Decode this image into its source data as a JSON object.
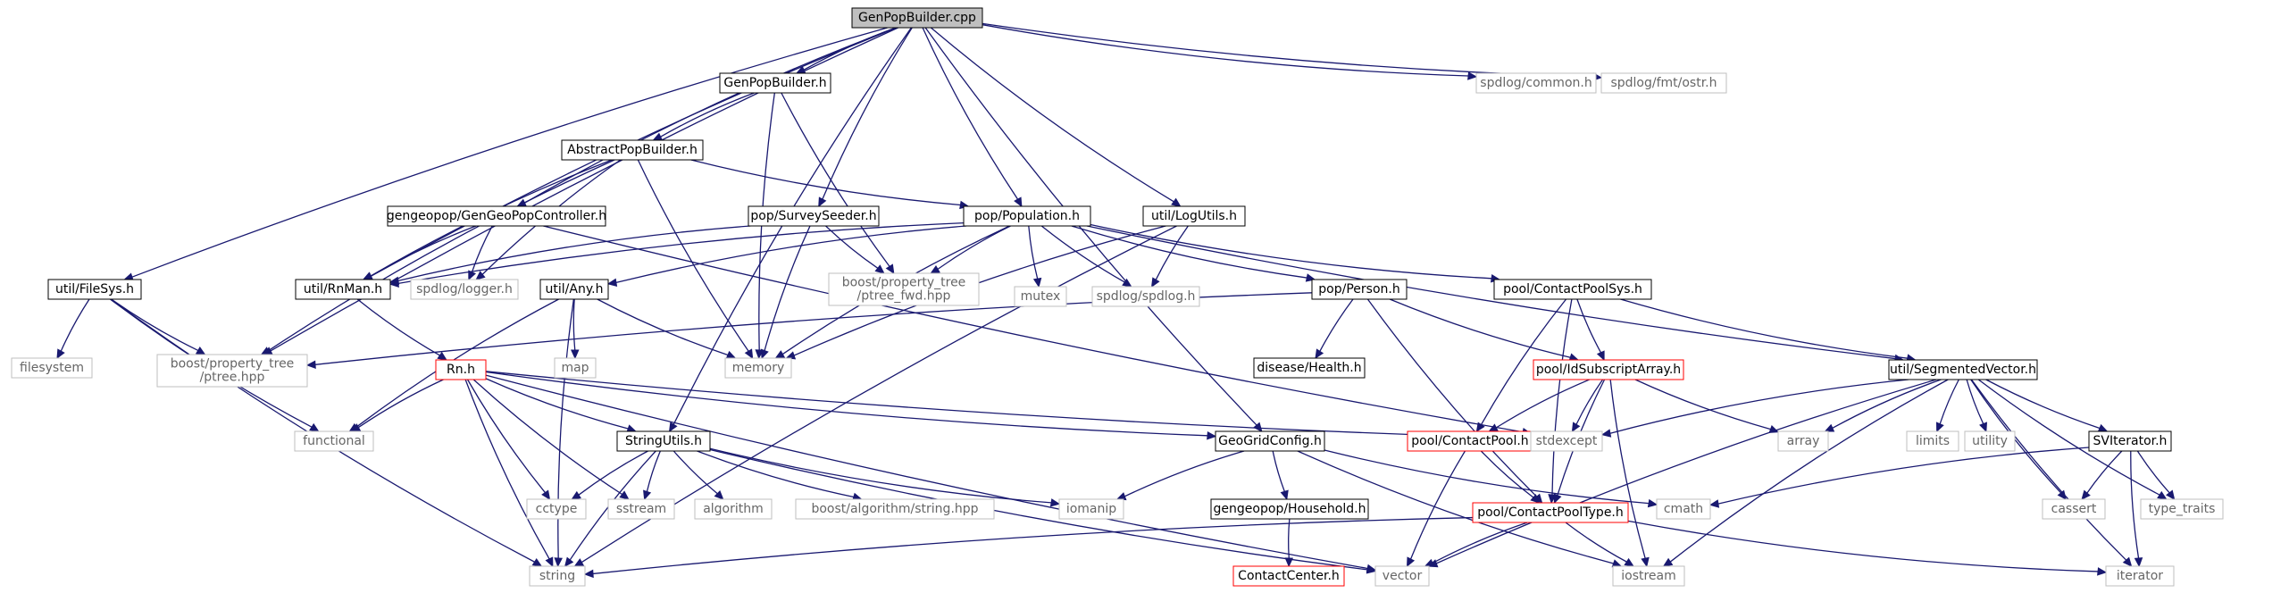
{
  "colors": {
    "edge": "#191970",
    "documented_border": "#000000",
    "system_border": "#bfbfbf",
    "truncated_border": "#ff0000",
    "root_fill": "#bfbfbf",
    "normal_fill": "#ffffff",
    "system_text": "#666666",
    "normal_text": "#000000"
  },
  "nodes": [
    {
      "id": "genpopbuilder_cpp",
      "lines": [
        "GenPopBuilder.cpp"
      ],
      "kind": "root"
    },
    {
      "id": "genpopbuilder_h",
      "lines": [
        "GenPopBuilder.h"
      ],
      "kind": "documented"
    },
    {
      "id": "spdlog_common",
      "lines": [
        "spdlog/common.h"
      ],
      "kind": "system"
    },
    {
      "id": "spdlog_ostr",
      "lines": [
        "spdlog/fmt/ostr.h"
      ],
      "kind": "system"
    },
    {
      "id": "abstractpopbuilder",
      "lines": [
        "AbstractPopBuilder.h"
      ],
      "kind": "documented"
    },
    {
      "id": "gengeopopcontroller",
      "lines": [
        "gengeopop/GenGeoPopController.h"
      ],
      "kind": "documented"
    },
    {
      "id": "surveyseeder",
      "lines": [
        "pop/SurveySeeder.h"
      ],
      "kind": "documented"
    },
    {
      "id": "population",
      "lines": [
        "pop/Population.h"
      ],
      "kind": "documented"
    },
    {
      "id": "logutils",
      "lines": [
        "util/LogUtils.h"
      ],
      "kind": "documented"
    },
    {
      "id": "filesys",
      "lines": [
        "util/FileSys.h"
      ],
      "kind": "documented"
    },
    {
      "id": "rnman",
      "lines": [
        "util/RnMan.h"
      ],
      "kind": "documented"
    },
    {
      "id": "spdlog_logger",
      "lines": [
        "spdlog/logger.h"
      ],
      "kind": "system"
    },
    {
      "id": "ptree_fwd",
      "lines": [
        "boost/property_tree",
        "/ptree_fwd.hpp"
      ],
      "kind": "system"
    },
    {
      "id": "mutex",
      "lines": [
        "mutex"
      ],
      "kind": "system"
    },
    {
      "id": "spdlog_spdlog",
      "lines": [
        "spdlog/spdlog.h"
      ],
      "kind": "system"
    },
    {
      "id": "person",
      "lines": [
        "pop/Person.h"
      ],
      "kind": "documented"
    },
    {
      "id": "contactpoolsys",
      "lines": [
        "pool/ContactPoolSys.h"
      ],
      "kind": "documented"
    },
    {
      "id": "any",
      "lines": [
        "util/Any.h"
      ],
      "kind": "documented"
    },
    {
      "id": "filesystem",
      "lines": [
        "filesystem"
      ],
      "kind": "system"
    },
    {
      "id": "ptree",
      "lines": [
        "boost/property_tree",
        "/ptree.hpp"
      ],
      "kind": "system"
    },
    {
      "id": "rn",
      "lines": [
        "Rn.h"
      ],
      "kind": "truncated"
    },
    {
      "id": "map",
      "lines": [
        "map"
      ],
      "kind": "system"
    },
    {
      "id": "memory",
      "lines": [
        "memory"
      ],
      "kind": "system"
    },
    {
      "id": "health",
      "lines": [
        "disease/Health.h"
      ],
      "kind": "documented"
    },
    {
      "id": "idsubscriptarray",
      "lines": [
        "pool/IdSubscriptArray.h"
      ],
      "kind": "truncated"
    },
    {
      "id": "segmentedvector",
      "lines": [
        "util/SegmentedVector.h"
      ],
      "kind": "documented"
    },
    {
      "id": "functional",
      "lines": [
        "functional"
      ],
      "kind": "system"
    },
    {
      "id": "stringutils",
      "lines": [
        "StringUtils.h"
      ],
      "kind": "documented"
    },
    {
      "id": "geogridconfig",
      "lines": [
        "GeoGridConfig.h"
      ],
      "kind": "documented"
    },
    {
      "id": "contactpool",
      "lines": [
        "pool/ContactPool.h"
      ],
      "kind": "truncated"
    },
    {
      "id": "stdexcept",
      "lines": [
        "stdexcept"
      ],
      "kind": "system"
    },
    {
      "id": "array",
      "lines": [
        "array"
      ],
      "kind": "system"
    },
    {
      "id": "limits",
      "lines": [
        "limits"
      ],
      "kind": "system"
    },
    {
      "id": "utility",
      "lines": [
        "utility"
      ],
      "kind": "system"
    },
    {
      "id": "svliterator",
      "lines": [
        "SVIterator.h"
      ],
      "kind": "documented"
    },
    {
      "id": "cctype",
      "lines": [
        "cctype"
      ],
      "kind": "system"
    },
    {
      "id": "sstream",
      "lines": [
        "sstream"
      ],
      "kind": "system"
    },
    {
      "id": "algorithm",
      "lines": [
        "algorithm"
      ],
      "kind": "system"
    },
    {
      "id": "boost_string",
      "lines": [
        "boost/algorithm/string.hpp"
      ],
      "kind": "system"
    },
    {
      "id": "iomanip",
      "lines": [
        "iomanip"
      ],
      "kind": "system"
    },
    {
      "id": "household",
      "lines": [
        "gengeopop/Household.h"
      ],
      "kind": "documented"
    },
    {
      "id": "contactpooltype",
      "lines": [
        "pool/ContactPoolType.h"
      ],
      "kind": "truncated"
    },
    {
      "id": "cmath",
      "lines": [
        "cmath"
      ],
      "kind": "system"
    },
    {
      "id": "cassert",
      "lines": [
        "cassert"
      ],
      "kind": "system"
    },
    {
      "id": "type_traits",
      "lines": [
        "type_traits"
      ],
      "kind": "system"
    },
    {
      "id": "string",
      "lines": [
        "string"
      ],
      "kind": "system"
    },
    {
      "id": "contactcenter",
      "lines": [
        "ContactCenter.h"
      ],
      "kind": "truncated"
    },
    {
      "id": "vector",
      "lines": [
        "vector"
      ],
      "kind": "system"
    },
    {
      "id": "iostream",
      "lines": [
        "iostream"
      ],
      "kind": "system"
    },
    {
      "id": "iterator",
      "lines": [
        "iterator"
      ],
      "kind": "system"
    }
  ],
  "edges": [
    [
      "genpopbuilder_cpp",
      "genpopbuilder_h"
    ],
    [
      "genpopbuilder_cpp",
      "spdlog_common"
    ],
    [
      "genpopbuilder_cpp",
      "spdlog_ostr"
    ],
    [
      "genpopbuilder_cpp",
      "gengeopopcontroller"
    ],
    [
      "genpopbuilder_cpp",
      "surveyseeder"
    ],
    [
      "genpopbuilder_cpp",
      "population"
    ],
    [
      "genpopbuilder_cpp",
      "logutils"
    ],
    [
      "genpopbuilder_cpp",
      "filesys"
    ],
    [
      "genpopbuilder_cpp",
      "rnman"
    ],
    [
      "genpopbuilder_cpp",
      "ptree"
    ],
    [
      "genpopbuilder_cpp",
      "stringutils"
    ],
    [
      "genpopbuilder_cpp",
      "geogridconfig"
    ],
    [
      "genpopbuilder_h",
      "abstractpopbuilder"
    ],
    [
      "genpopbuilder_h",
      "ptree_fwd"
    ],
    [
      "genpopbuilder_h",
      "memory"
    ],
    [
      "abstractpopbuilder",
      "population"
    ],
    [
      "abstractpopbuilder",
      "rnman"
    ],
    [
      "abstractpopbuilder",
      "spdlog_logger"
    ],
    [
      "abstractpopbuilder",
      "ptree"
    ],
    [
      "abstractpopbuilder",
      "memory"
    ],
    [
      "gengeopopcontroller",
      "rnman"
    ],
    [
      "gengeopopcontroller",
      "spdlog_logger"
    ],
    [
      "gengeopopcontroller",
      "stdexcept"
    ],
    [
      "surveyseeder",
      "rnman"
    ],
    [
      "surveyseeder",
      "ptree_fwd"
    ],
    [
      "surveyseeder",
      "memory"
    ],
    [
      "population",
      "rnman"
    ],
    [
      "population",
      "ptree_fwd"
    ],
    [
      "population",
      "mutex"
    ],
    [
      "population",
      "spdlog_spdlog"
    ],
    [
      "population",
      "person"
    ],
    [
      "population",
      "contactpoolsys"
    ],
    [
      "population",
      "any"
    ],
    [
      "population",
      "memory"
    ],
    [
      "population",
      "segmentedvector"
    ],
    [
      "logutils",
      "spdlog_spdlog"
    ],
    [
      "logutils",
      "memory"
    ],
    [
      "logutils",
      "string"
    ],
    [
      "filesys",
      "filesystem"
    ],
    [
      "filesys",
      "ptree"
    ],
    [
      "filesys",
      "functional"
    ],
    [
      "filesys",
      "string"
    ],
    [
      "rnman",
      "rn"
    ],
    [
      "person",
      "health"
    ],
    [
      "person",
      "idsubscriptarray"
    ],
    [
      "person",
      "ptree"
    ],
    [
      "person",
      "contactpooltype"
    ],
    [
      "contactpoolsys",
      "idsubscriptarray"
    ],
    [
      "contactpoolsys",
      "segmentedvector"
    ],
    [
      "contactpoolsys",
      "contactpool"
    ],
    [
      "contactpoolsys",
      "contactpooltype"
    ],
    [
      "any",
      "map"
    ],
    [
      "any",
      "memory"
    ],
    [
      "any",
      "functional"
    ],
    [
      "any",
      "string"
    ],
    [
      "rn",
      "functional"
    ],
    [
      "rn",
      "stringutils"
    ],
    [
      "rn",
      "cctype"
    ],
    [
      "rn",
      "sstream"
    ],
    [
      "rn",
      "string"
    ],
    [
      "rn",
      "stdexcept"
    ],
    [
      "rn",
      "geogridconfig"
    ],
    [
      "rn",
      "vector"
    ],
    [
      "idsubscriptarray",
      "stdexcept"
    ],
    [
      "idsubscriptarray",
      "array"
    ],
    [
      "idsubscriptarray",
      "contactpool"
    ],
    [
      "idsubscriptarray",
      "contactpooltype"
    ],
    [
      "idsubscriptarray",
      "iostream"
    ],
    [
      "segmentedvector",
      "stdexcept"
    ],
    [
      "segmentedvector",
      "array"
    ],
    [
      "segmentedvector",
      "limits"
    ],
    [
      "segmentedvector",
      "utility"
    ],
    [
      "segmentedvector",
      "svliterator"
    ],
    [
      "segmentedvector",
      "cassert"
    ],
    [
      "segmentedvector",
      "type_traits"
    ],
    [
      "segmentedvector",
      "iterator"
    ],
    [
      "segmentedvector",
      "iostream"
    ],
    [
      "segmentedvector",
      "vector"
    ],
    [
      "stringutils",
      "cctype"
    ],
    [
      "stringutils",
      "sstream"
    ],
    [
      "stringutils",
      "algorithm"
    ],
    [
      "stringutils",
      "boost_string"
    ],
    [
      "stringutils",
      "iomanip"
    ],
    [
      "stringutils",
      "string"
    ],
    [
      "stringutils",
      "vector"
    ],
    [
      "geogridconfig",
      "iomanip"
    ],
    [
      "geogridconfig",
      "household"
    ],
    [
      "geogridconfig",
      "cmath"
    ],
    [
      "geogridconfig",
      "iostream"
    ],
    [
      "contactpool",
      "contactpooltype"
    ],
    [
      "contactpool",
      "vector"
    ],
    [
      "svliterator",
      "cmath"
    ],
    [
      "svliterator",
      "cassert"
    ],
    [
      "svliterator",
      "type_traits"
    ],
    [
      "svliterator",
      "iterator"
    ],
    [
      "household",
      "contactcenter"
    ],
    [
      "contactpooltype",
      "string"
    ],
    [
      "contactpooltype",
      "vector"
    ],
    [
      "contactpooltype",
      "iostream"
    ],
    [
      "contactpooltype",
      "iterator"
    ]
  ]
}
